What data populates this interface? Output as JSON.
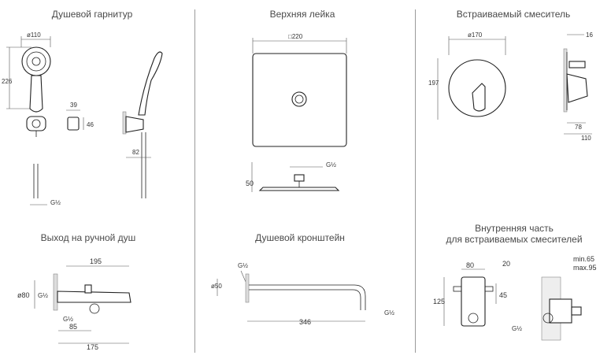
{
  "sections": {
    "hand_shower_set": {
      "title": "Душевой гарнитур",
      "dims": {
        "head_dia": "ø110",
        "height": "226",
        "holder_w": "39",
        "holder_h": "46",
        "depth": "82",
        "thread": "G½"
      }
    },
    "overhead_shower": {
      "title": "Верхняя лейка",
      "dims": {
        "size": "□220",
        "height": "50",
        "thread": "G½"
      }
    },
    "concealed_mixer": {
      "title": "Встраиваемый смеситель",
      "dims": {
        "dia": "ø170",
        "height": "197",
        "depth_top": "16",
        "depth_mid": "78",
        "depth_total": "110"
      }
    },
    "bath_spout": {
      "title": "Выход на ручной душ",
      "dims": {
        "len_top": "195",
        "dia": "ø80",
        "thread_side": "G½",
        "thread_bottom": "G½",
        "len_mid": "85",
        "len_bottom": "175"
      }
    },
    "shower_arm": {
      "title": "Душевой кронштейн",
      "dims": {
        "thread_top": "G½",
        "dia": "ø50",
        "length": "346",
        "thread_end": "G½"
      }
    },
    "concealed_body": {
      "title_line1": "Внутренняя часть",
      "title_line2": "для встраиваемых смесителей",
      "dims": {
        "width": "80",
        "offset": "20",
        "min": "min.65",
        "max": "max.95",
        "height": "125",
        "mid": "45",
        "thread": "G½"
      }
    }
  }
}
